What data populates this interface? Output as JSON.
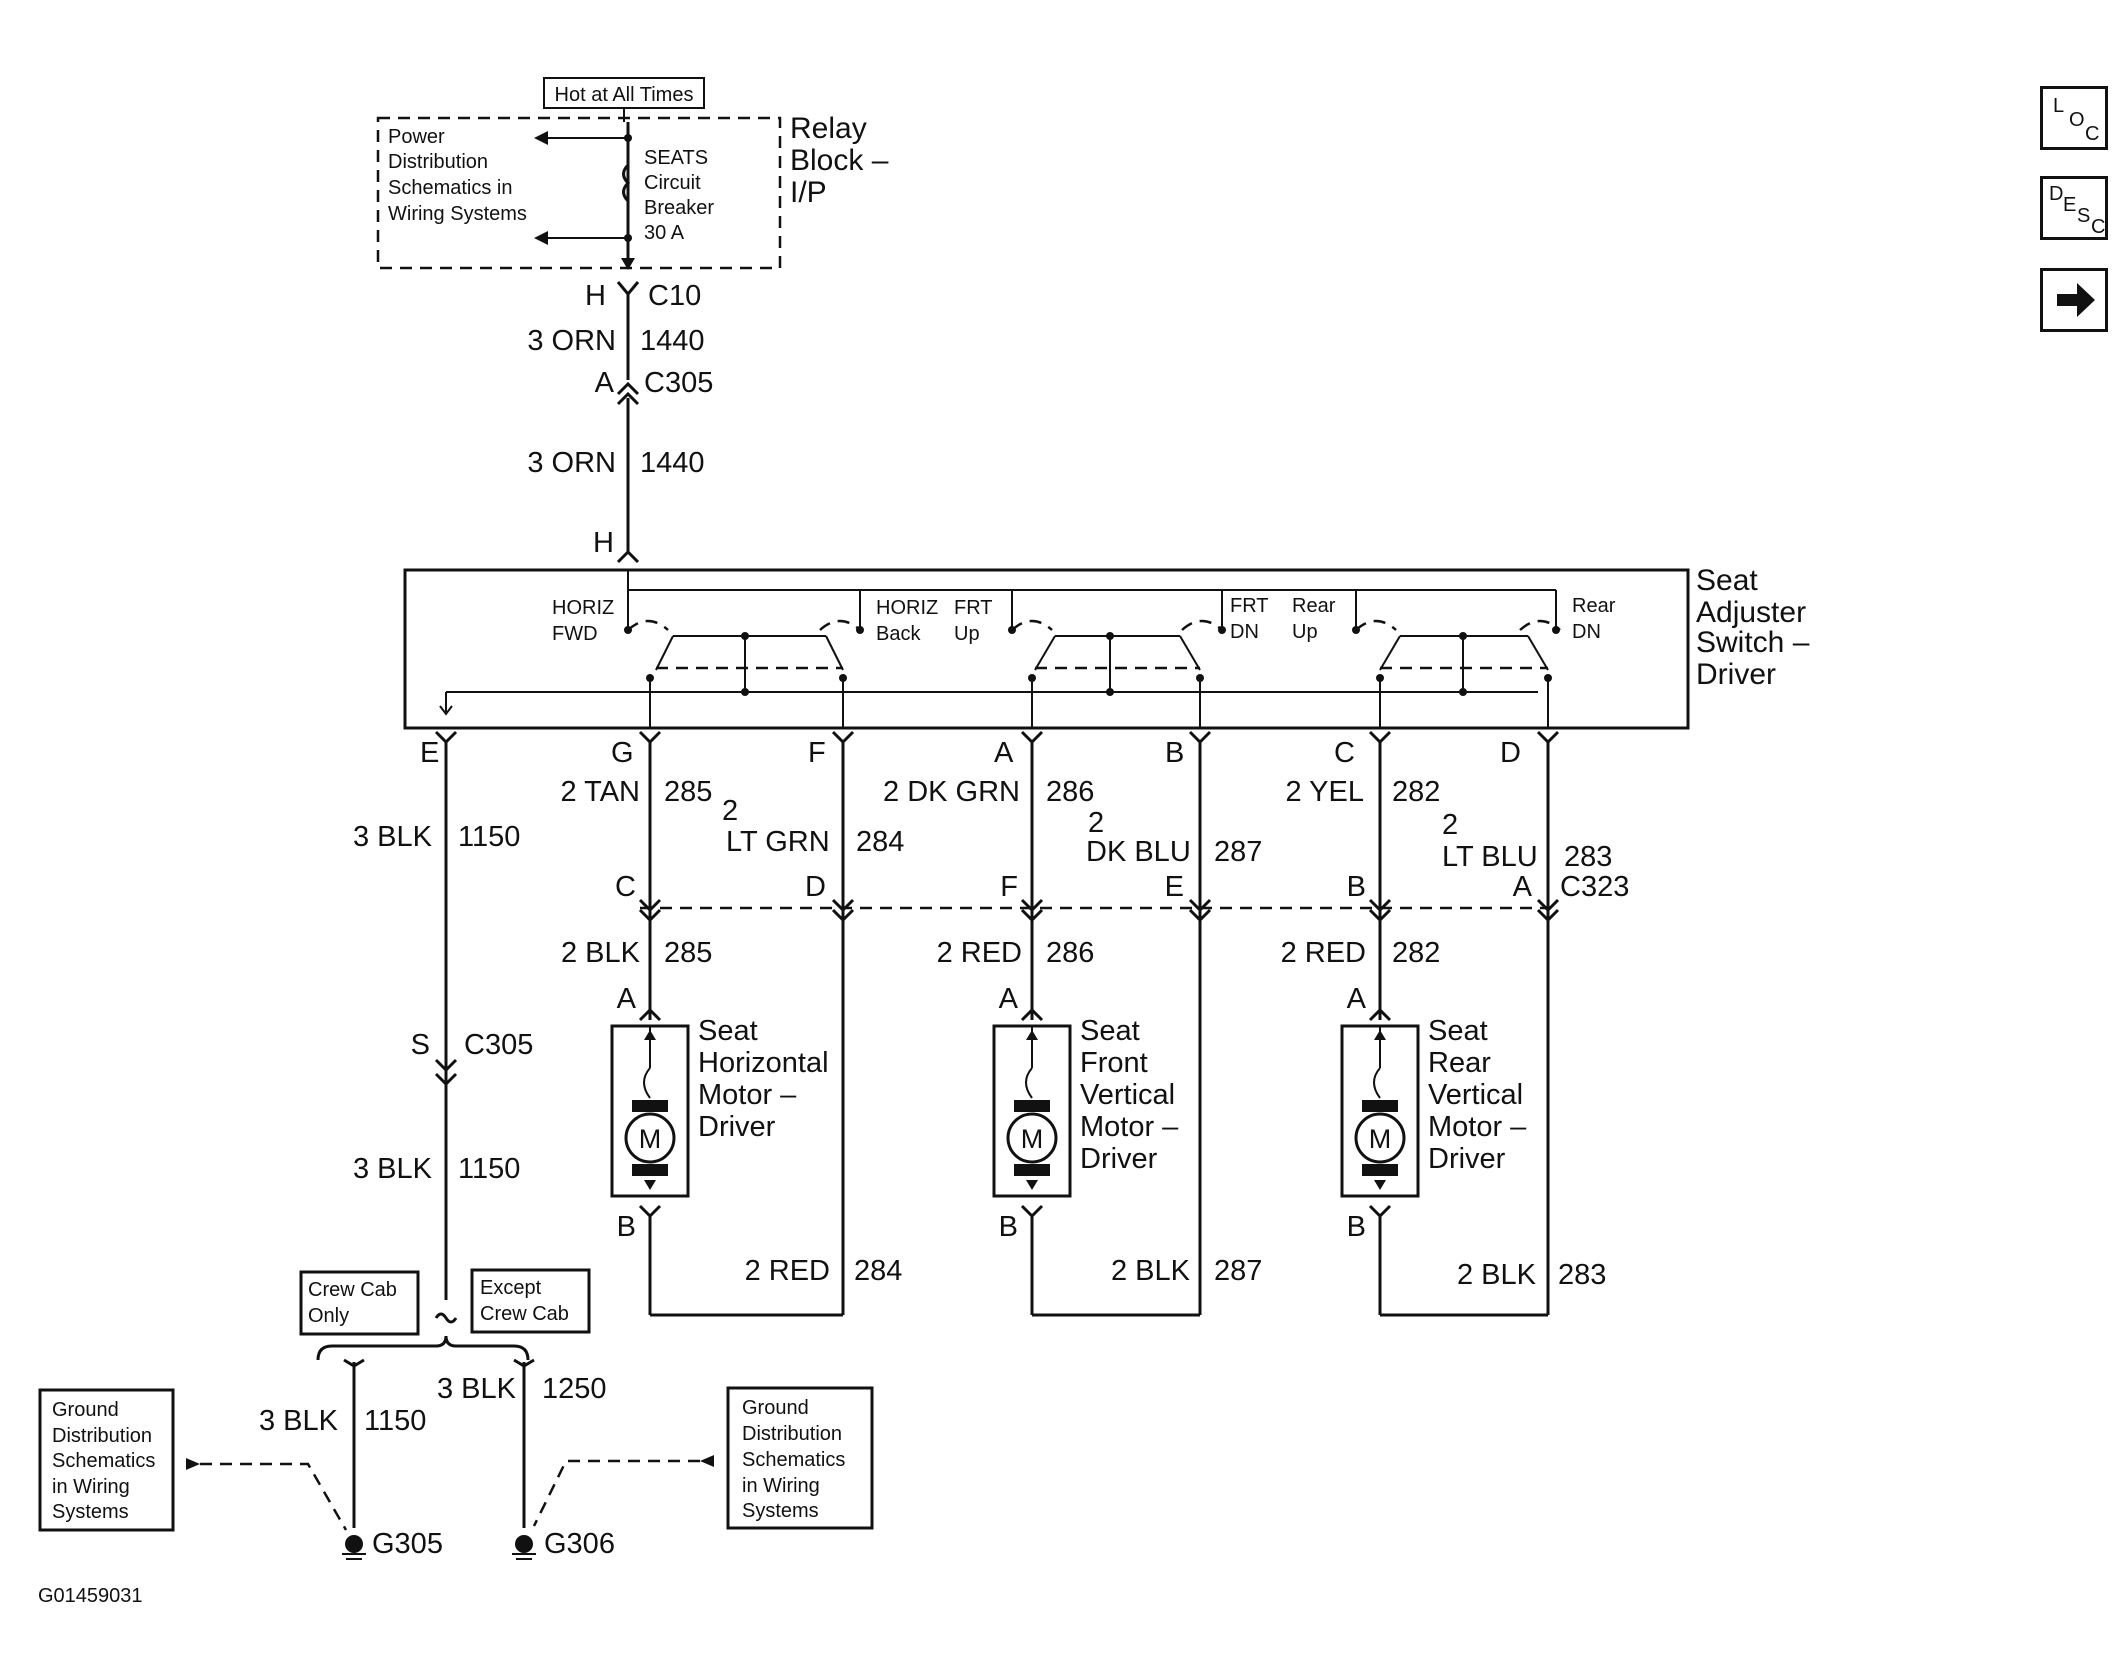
{
  "power": {
    "hot_label": "Hot at All Times",
    "relay_block": [
      "Relay",
      "Block –",
      "I/P"
    ],
    "pdist": [
      "Power",
      "Distribution",
      "Schematics in",
      "Wiring Systems"
    ],
    "breaker": [
      "SEATS",
      "Circuit",
      "Breaker",
      "30 A"
    ]
  },
  "feed": {
    "c10_pin": "H",
    "c10": "C10",
    "w1_gauge": "3 ORN",
    "w1_circuit": "1440",
    "c305_pin": "A",
    "c305": "C305",
    "w2_gauge": "3 ORN",
    "w2_circuit": "1440",
    "switch_pin": "H"
  },
  "switch": {
    "title": [
      "Seat",
      "Adjuster",
      "Switch –",
      "Driver"
    ],
    "contacts": [
      [
        "HORIZ",
        "FWD"
      ],
      [
        "HORIZ",
        "Back"
      ],
      [
        "FRT",
        "Up"
      ],
      [
        "FRT",
        "DN"
      ],
      [
        "Rear",
        "Up"
      ],
      [
        "Rear",
        "DN"
      ]
    ]
  },
  "switch_pins": [
    "E",
    "G",
    "F",
    "A",
    "B",
    "C",
    "D"
  ],
  "ground_feed": {
    "w1_gauge": "3 BLK",
    "w1_circuit": "1150",
    "conn_pin": "S",
    "conn": "C305",
    "w2_gauge": "3 BLK",
    "w2_circuit": "1150"
  },
  "harness_wires": [
    {
      "gauge": "2 TAN",
      "circuit": "285"
    },
    {
      "gauge": "2",
      "color": "LT GRN",
      "circuit": "284"
    },
    {
      "gauge": "2 DK GRN",
      "circuit": "286"
    },
    {
      "gauge": "2",
      "color": "DK BLU",
      "circuit": "287"
    },
    {
      "gauge": "2 YEL",
      "circuit": "282"
    },
    {
      "gauge": "2",
      "color": "LT BLU",
      "circuit": "283"
    }
  ],
  "c323": {
    "name": "C323",
    "pins": [
      "C",
      "D",
      "F",
      "E",
      "B",
      "A"
    ]
  },
  "motor_feed": [
    {
      "gauge": "2 BLK",
      "circuit": "285"
    },
    {
      "gauge": "2 RED",
      "circuit": "286"
    },
    {
      "gauge": "2 RED",
      "circuit": "282"
    }
  ],
  "motor_return": [
    {
      "gauge": "2 RED",
      "circuit": "284"
    },
    {
      "gauge": "2 BLK",
      "circuit": "287"
    },
    {
      "gauge": "2 BLK",
      "circuit": "283"
    }
  ],
  "motors": [
    {
      "label": [
        "Seat",
        "Horizontal",
        "Motor –",
        "Driver"
      ],
      "pin_top": "A",
      "pin_bottom": "B",
      "symbol": "M"
    },
    {
      "label": [
        "Seat",
        "Front",
        "Vertical",
        "Motor –",
        "Driver"
      ],
      "pin_top": "A",
      "pin_bottom": "B",
      "symbol": "M"
    },
    {
      "label": [
        "Seat",
        "Rear",
        "Vertical",
        "Motor –",
        "Driver"
      ],
      "pin_top": "A",
      "pin_bottom": "B",
      "symbol": "M"
    }
  ],
  "options": {
    "crew": [
      "Crew Cab",
      "Only"
    ],
    "except": [
      "Except",
      "Crew Cab"
    ]
  },
  "grounds": {
    "left_gauge": "3 BLK",
    "left_circuit": "1150",
    "left_point": "G305",
    "right_gauge": "3 BLK",
    "right_circuit": "1250",
    "right_point": "G306",
    "gdist": [
      "Ground",
      "Distribution",
      "Schematics",
      "in Wiring",
      "Systems"
    ],
    "gdist_right": [
      "Ground",
      "Distribution",
      "Schematics",
      "in Wiring",
      "Systems"
    ]
  },
  "figure_id": "G01459031",
  "nav": {
    "loc": [
      "L",
      "O",
      "C"
    ],
    "desc": [
      "D",
      "E",
      "S",
      "C"
    ],
    "next_icon": "arrow-right-icon"
  }
}
